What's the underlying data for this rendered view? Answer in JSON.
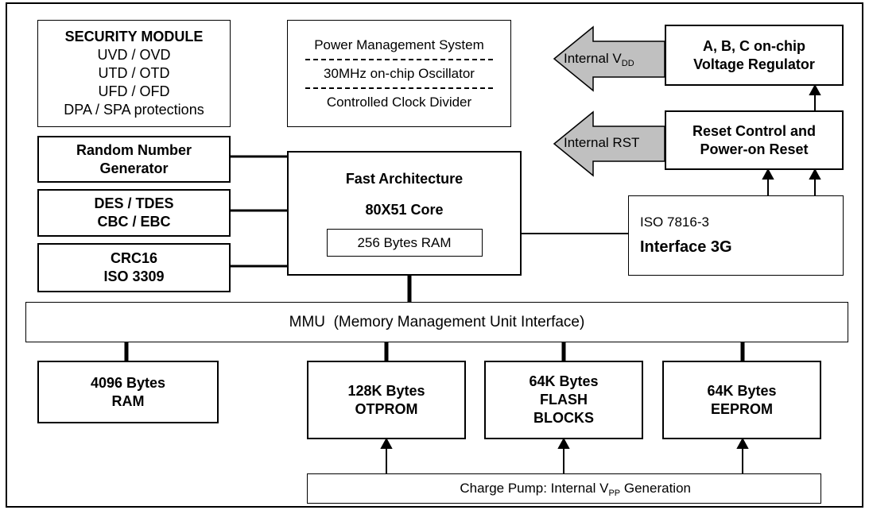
{
  "security_module": {
    "title": "SECURITY MODULE",
    "lines": [
      "UVD / OVD",
      "UTD / OTD",
      "UFD / OFD",
      "DPA / SPA protections"
    ]
  },
  "power_mgmt": {
    "line1": "Power Management System",
    "line2": "30MHz on-chip Oscillator",
    "line3": "Controlled Clock Divider"
  },
  "regulator": {
    "line1": "A, B, C on-chip",
    "line2": "Voltage Regulator"
  },
  "internal_vdd": {
    "text": "Internal V",
    "sub": "DD"
  },
  "reset_control": {
    "line1": "Reset Control and",
    "line2": "Power-on Reset"
  },
  "internal_rst": {
    "text": "Internal RST"
  },
  "rng": {
    "line1": "Random Number",
    "line2": "Generator"
  },
  "des": {
    "line1": "DES / TDES",
    "line2": "CBC / EBC"
  },
  "crc": {
    "line1": "CRC16",
    "line2": "ISO 3309"
  },
  "core": {
    "line1": "Fast Architecture",
    "line2": "80X51 Core",
    "ram": "256 Bytes RAM"
  },
  "iso": {
    "line1": "ISO 7816-3",
    "line2": "Interface 3G"
  },
  "mmu": {
    "text": "MMU  (Memory Management Unit Interface)"
  },
  "ram": {
    "line1": "4096 Bytes",
    "line2": "RAM"
  },
  "otprom": {
    "line1": "128K Bytes",
    "line2": "OTPROM"
  },
  "flash": {
    "line1": "64K Bytes",
    "line2": "FLASH",
    "line3": "BLOCKS"
  },
  "eeprom": {
    "line1": "64K Bytes",
    "line2": "EEPROM"
  },
  "charge_pump": {
    "text1": "Charge Pump: Internal V",
    "sub": "PP",
    "text2": " Generation"
  },
  "colors": {
    "arrow_fill": "#c0c0c0",
    "chip_fill": "#ffcc33",
    "chip_stroke": "#b8860b"
  }
}
